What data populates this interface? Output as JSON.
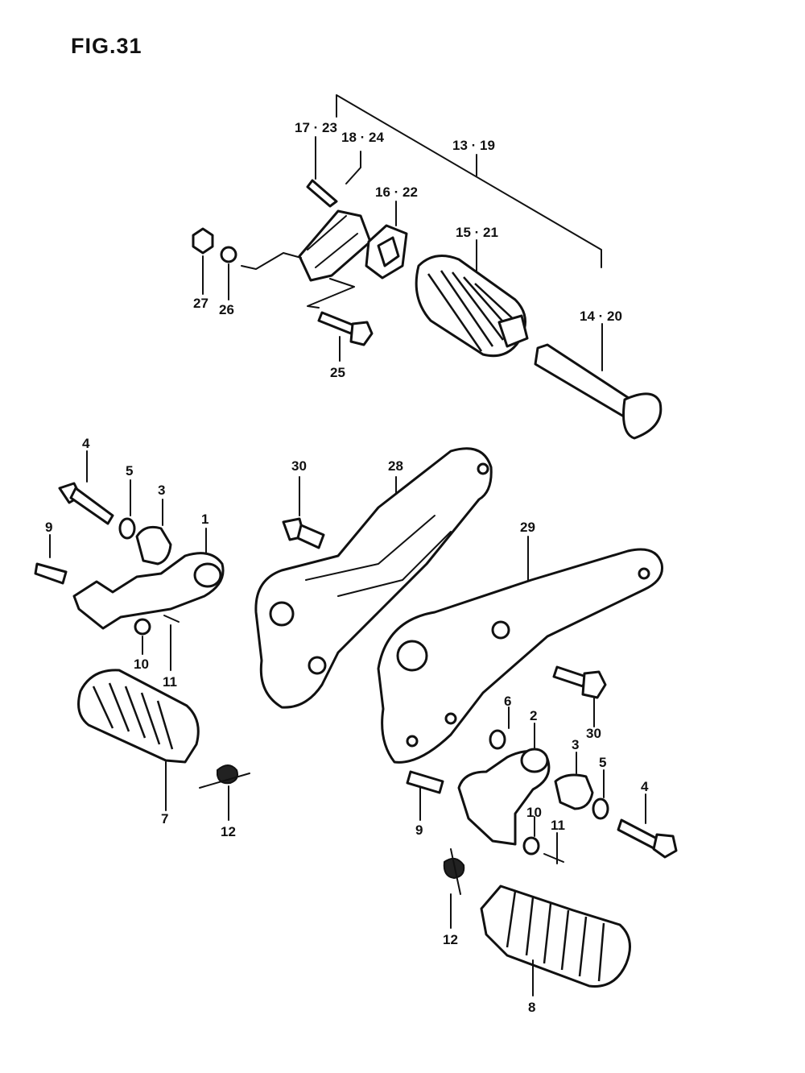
{
  "figure": {
    "title": "FIG.31"
  },
  "callouts": [
    {
      "id": "c1",
      "text": "17 · 23"
    },
    {
      "id": "c2",
      "text": "18 · 24"
    },
    {
      "id": "c3",
      "text": "13 · 19"
    },
    {
      "id": "c4",
      "text": "16 · 22"
    },
    {
      "id": "c5",
      "text": "15 · 21"
    },
    {
      "id": "c6",
      "text": "27"
    },
    {
      "id": "c7",
      "text": "26"
    },
    {
      "id": "c8",
      "text": "25"
    },
    {
      "id": "c9",
      "text": "14 · 20"
    },
    {
      "id": "c10",
      "text": "4"
    },
    {
      "id": "c11",
      "text": "5"
    },
    {
      "id": "c12",
      "text": "3"
    },
    {
      "id": "c13",
      "text": "1"
    },
    {
      "id": "c14",
      "text": "9"
    },
    {
      "id": "c15",
      "text": "30"
    },
    {
      "id": "c16",
      "text": "28"
    },
    {
      "id": "c17",
      "text": "29"
    },
    {
      "id": "c18",
      "text": "10"
    },
    {
      "id": "c19",
      "text": "11"
    },
    {
      "id": "c20",
      "text": "7"
    },
    {
      "id": "c21",
      "text": "12"
    },
    {
      "id": "c22",
      "text": "30"
    },
    {
      "id": "c23",
      "text": "6"
    },
    {
      "id": "c24",
      "text": "2"
    },
    {
      "id": "c25",
      "text": "3"
    },
    {
      "id": "c26",
      "text": "5"
    },
    {
      "id": "c27",
      "text": "4"
    },
    {
      "id": "c28",
      "text": "9"
    },
    {
      "id": "c29",
      "text": "10"
    },
    {
      "id": "c30",
      "text": "11"
    },
    {
      "id": "c31",
      "text": "12"
    },
    {
      "id": "c32",
      "text": "8"
    }
  ]
}
